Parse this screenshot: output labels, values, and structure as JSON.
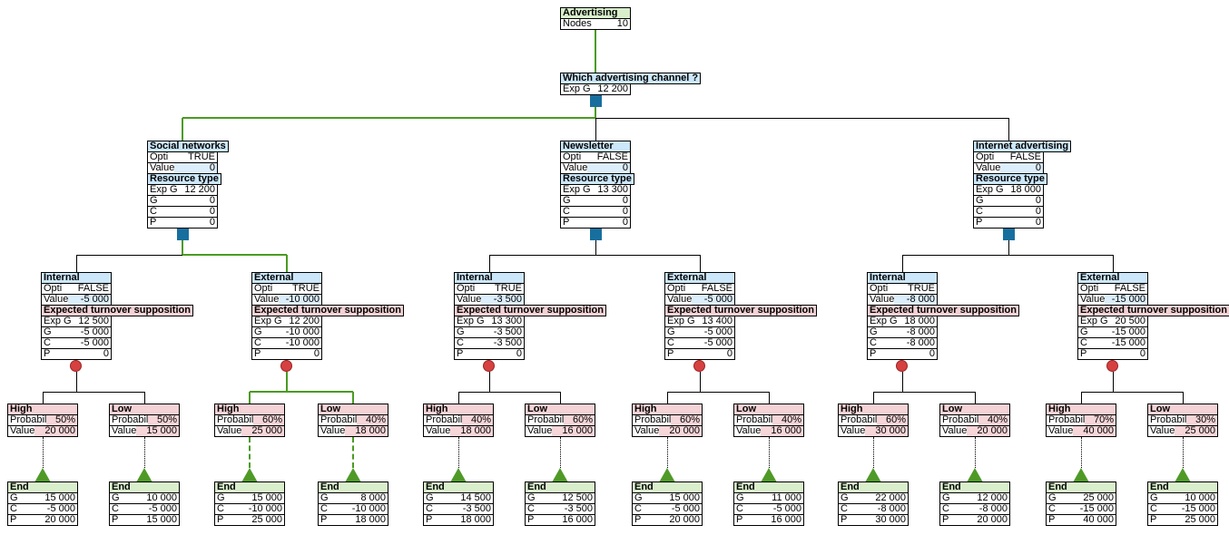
{
  "colors": {
    "header_green": "#d9efcc",
    "header_blue": "#cce7fa",
    "header_pink": "#f4d2d5",
    "value_cell_blue": "#dcedfb",
    "value_cell_pink": "#f6d6d9",
    "optimal_path_green": "#4a9b22",
    "decision_square": "#176f9e",
    "chance_circle": "#d64040",
    "end_triangle": "#4f9a27"
  },
  "labels": {
    "opti": "Opti",
    "value": "Value",
    "probability": "Probabil",
    "exp_g": "Exp G",
    "g": "G",
    "c": "C",
    "p": "P",
    "nodes": "Nodes",
    "end": "End"
  },
  "root": {
    "title": "Advertising",
    "nodes_count": "10"
  },
  "decision": {
    "title": "Which advertising channel ?",
    "exp_g": "12 200"
  },
  "branches": [
    {
      "title": "Social networks",
      "opti": "TRUE",
      "value": "0",
      "subtitle": "Resource type",
      "exp_g": "12 200",
      "g": "0",
      "c": "0",
      "p": "0",
      "children": [
        {
          "title": "Internal",
          "opti": "FALSE",
          "value": "-5 000",
          "subtitle": "Expected turnover supposition",
          "exp_g": "12 500",
          "g": "-5 000",
          "c": "-5 000",
          "p": "0",
          "outcomes": [
            {
              "title": "High",
              "probability": "50%",
              "value": "20 000",
              "end": {
                "g": "15 000",
                "c": "-5 000",
                "p": "20 000"
              }
            },
            {
              "title": "Low",
              "probability": "50%",
              "value": "15 000",
              "end": {
                "g": "10 000",
                "c": "-5 000",
                "p": "15 000"
              }
            }
          ]
        },
        {
          "title": "External",
          "opti": "TRUE",
          "value": "-10 000",
          "subtitle": "Expected turnover supposition",
          "exp_g": "12 200",
          "g": "-10 000",
          "c": "-10 000",
          "p": "0",
          "outcomes": [
            {
              "title": "High",
              "probability": "60%",
              "value": "25 000",
              "end": {
                "g": "15 000",
                "c": "-10 000",
                "p": "25 000"
              }
            },
            {
              "title": "Low",
              "probability": "40%",
              "value": "18 000",
              "end": {
                "g": "8 000",
                "c": "-10 000",
                "p": "18 000"
              }
            }
          ]
        }
      ]
    },
    {
      "title": "Newsletter",
      "opti": "FALSE",
      "value": "0",
      "subtitle": "Resource type",
      "exp_g": "13 300",
      "g": "0",
      "c": "0",
      "p": "0",
      "children": [
        {
          "title": "Internal",
          "opti": "TRUE",
          "value": "-3 500",
          "subtitle": "Expected turnover supposition",
          "exp_g": "13 300",
          "g": "-3 500",
          "c": "-3 500",
          "p": "0",
          "outcomes": [
            {
              "title": "High",
              "probability": "40%",
              "value": "18 000",
              "end": {
                "g": "14 500",
                "c": "-3 500",
                "p": "18 000"
              }
            },
            {
              "title": "Low",
              "probability": "60%",
              "value": "16 000",
              "end": {
                "g": "12 500",
                "c": "-3 500",
                "p": "16 000"
              }
            }
          ]
        },
        {
          "title": "External",
          "opti": "FALSE",
          "value": "-5 000",
          "subtitle": "Expected turnover supposition",
          "exp_g": "13 400",
          "g": "-5 000",
          "c": "-5 000",
          "p": "0",
          "outcomes": [
            {
              "title": "High",
              "probability": "60%",
              "value": "20 000",
              "end": {
                "g": "15 000",
                "c": "-5 000",
                "p": "20 000"
              }
            },
            {
              "title": "Low",
              "probability": "40%",
              "value": "16 000",
              "end": {
                "g": "11 000",
                "c": "-5 000",
                "p": "16 000"
              }
            }
          ]
        }
      ]
    },
    {
      "title": "Internet advertising",
      "opti": "FALSE",
      "value": "0",
      "subtitle": "Resource type",
      "exp_g": "18 000",
      "g": "0",
      "c": "0",
      "p": "0",
      "children": [
        {
          "title": "Internal",
          "opti": "TRUE",
          "value": "-8 000",
          "subtitle": "Expected turnover supposition",
          "exp_g": "18 000",
          "g": "-8 000",
          "c": "-8 000",
          "p": "0",
          "outcomes": [
            {
              "title": "High",
              "probability": "60%",
              "value": "30 000",
              "end": {
                "g": "22 000",
                "c": "-8 000",
                "p": "30 000"
              }
            },
            {
              "title": "Low",
              "probability": "40%",
              "value": "20 000",
              "end": {
                "g": "12 000",
                "c": "-8 000",
                "p": "20 000"
              }
            }
          ]
        },
        {
          "title": "External",
          "opti": "FALSE",
          "value": "-15 000",
          "subtitle": "Expected turnover supposition",
          "exp_g": "20 500",
          "g": "-15 000",
          "c": "-15 000",
          "p": "0",
          "outcomes": [
            {
              "title": "High",
              "probability": "70%",
              "value": "40 000",
              "end": {
                "g": "25 000",
                "c": "-15 000",
                "p": "40 000"
              }
            },
            {
              "title": "Low",
              "probability": "30%",
              "value": "25 000",
              "end": {
                "g": "10 000",
                "c": "-15 000",
                "p": "25 000"
              }
            }
          ]
        }
      ]
    }
  ]
}
